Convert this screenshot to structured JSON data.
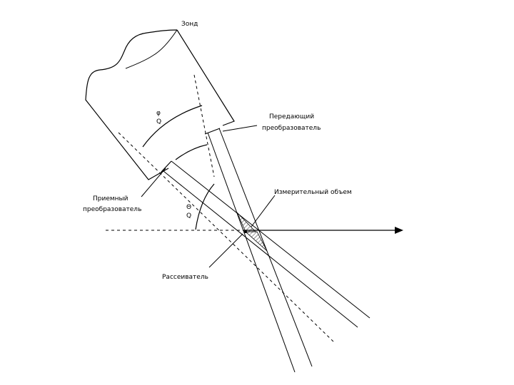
{
  "labels": {
    "probe": "Зонд",
    "transmitter_line1": "Передающий",
    "transmitter_line2": "преобразователь",
    "measuring_volume": "Измерительный объем",
    "receiver_line1": "Приемный",
    "receiver_line2": "преобразователь",
    "scatterer": "Рассеиватель",
    "phi_symbol": "φ",
    "phi_q": "Q",
    "theta_symbol": "Θ",
    "theta_q": "Q"
  }
}
